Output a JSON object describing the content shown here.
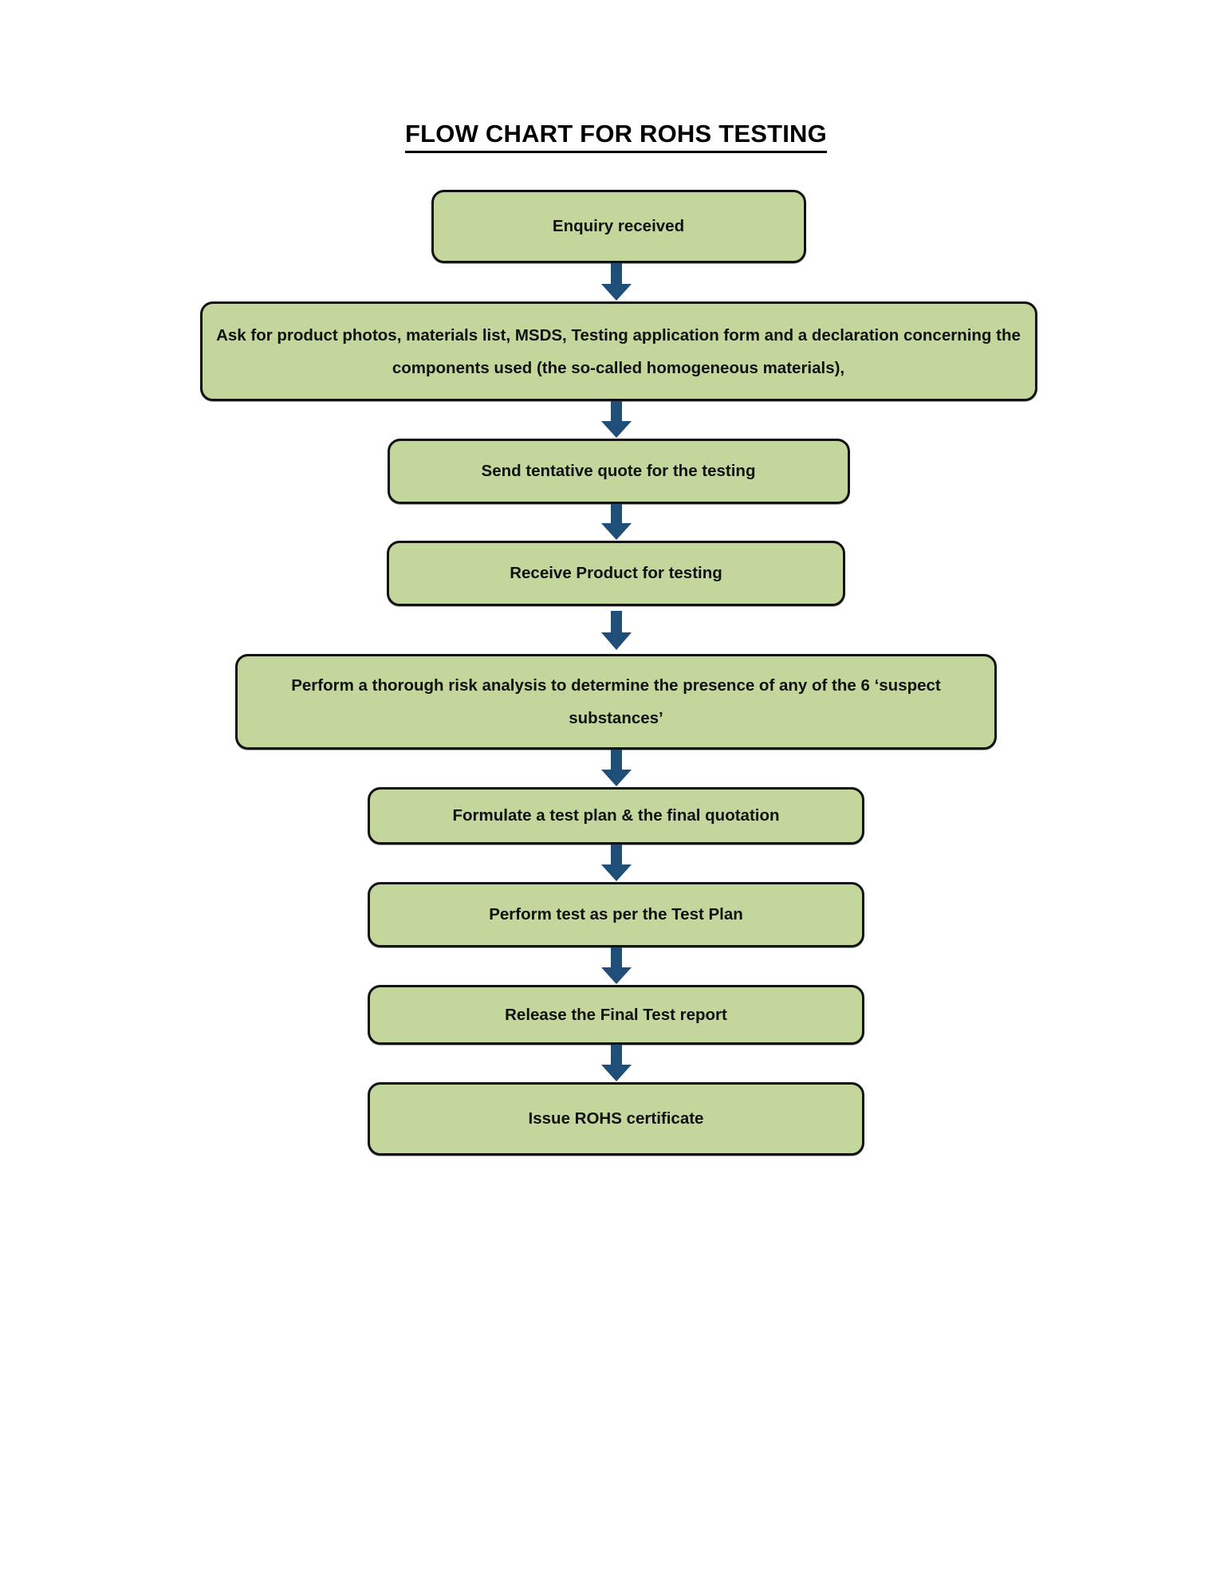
{
  "document": {
    "title": "FLOW CHART FOR ROHS TESTING"
  },
  "colors": {
    "node_fill": "#C3D69B",
    "node_border": "#111111",
    "arrow": "#1F4E79",
    "text": "#111111",
    "page_background": "#FFFFFF"
  },
  "chart_data": {
    "type": "flowchart",
    "title": "FLOW CHART FOR ROHS TESTING",
    "orientation": "vertical",
    "connector": "down-arrow",
    "node_count": 9,
    "nodes": [
      {
        "id": 1,
        "label": "Enquiry received"
      },
      {
        "id": 2,
        "label": "Ask for product photos, materials list, MSDS, Testing application form and a declaration concerning the components used (the so-called homogeneous materials),"
      },
      {
        "id": 3,
        "label": "Send tentative quote for the testing"
      },
      {
        "id": 4,
        "label": "Receive Product for testing"
      },
      {
        "id": 5,
        "label": "Perform a thorough risk analysis to determine the presence of any of the 6 ‘suspect substances’"
      },
      {
        "id": 6,
        "label": "Formulate a test plan & the final quotation"
      },
      {
        "id": 7,
        "label": "Perform test as per the Test Plan"
      },
      {
        "id": 8,
        "label": "Release the Final Test report"
      },
      {
        "id": 9,
        "label": "Issue ROHS certificate"
      }
    ],
    "edges": [
      {
        "from": 1,
        "to": 2
      },
      {
        "from": 2,
        "to": 3
      },
      {
        "from": 3,
        "to": 4
      },
      {
        "from": 4,
        "to": 5
      },
      {
        "from": 5,
        "to": 6
      },
      {
        "from": 6,
        "to": 7
      },
      {
        "from": 7,
        "to": 8
      },
      {
        "from": 8,
        "to": 9
      }
    ]
  }
}
